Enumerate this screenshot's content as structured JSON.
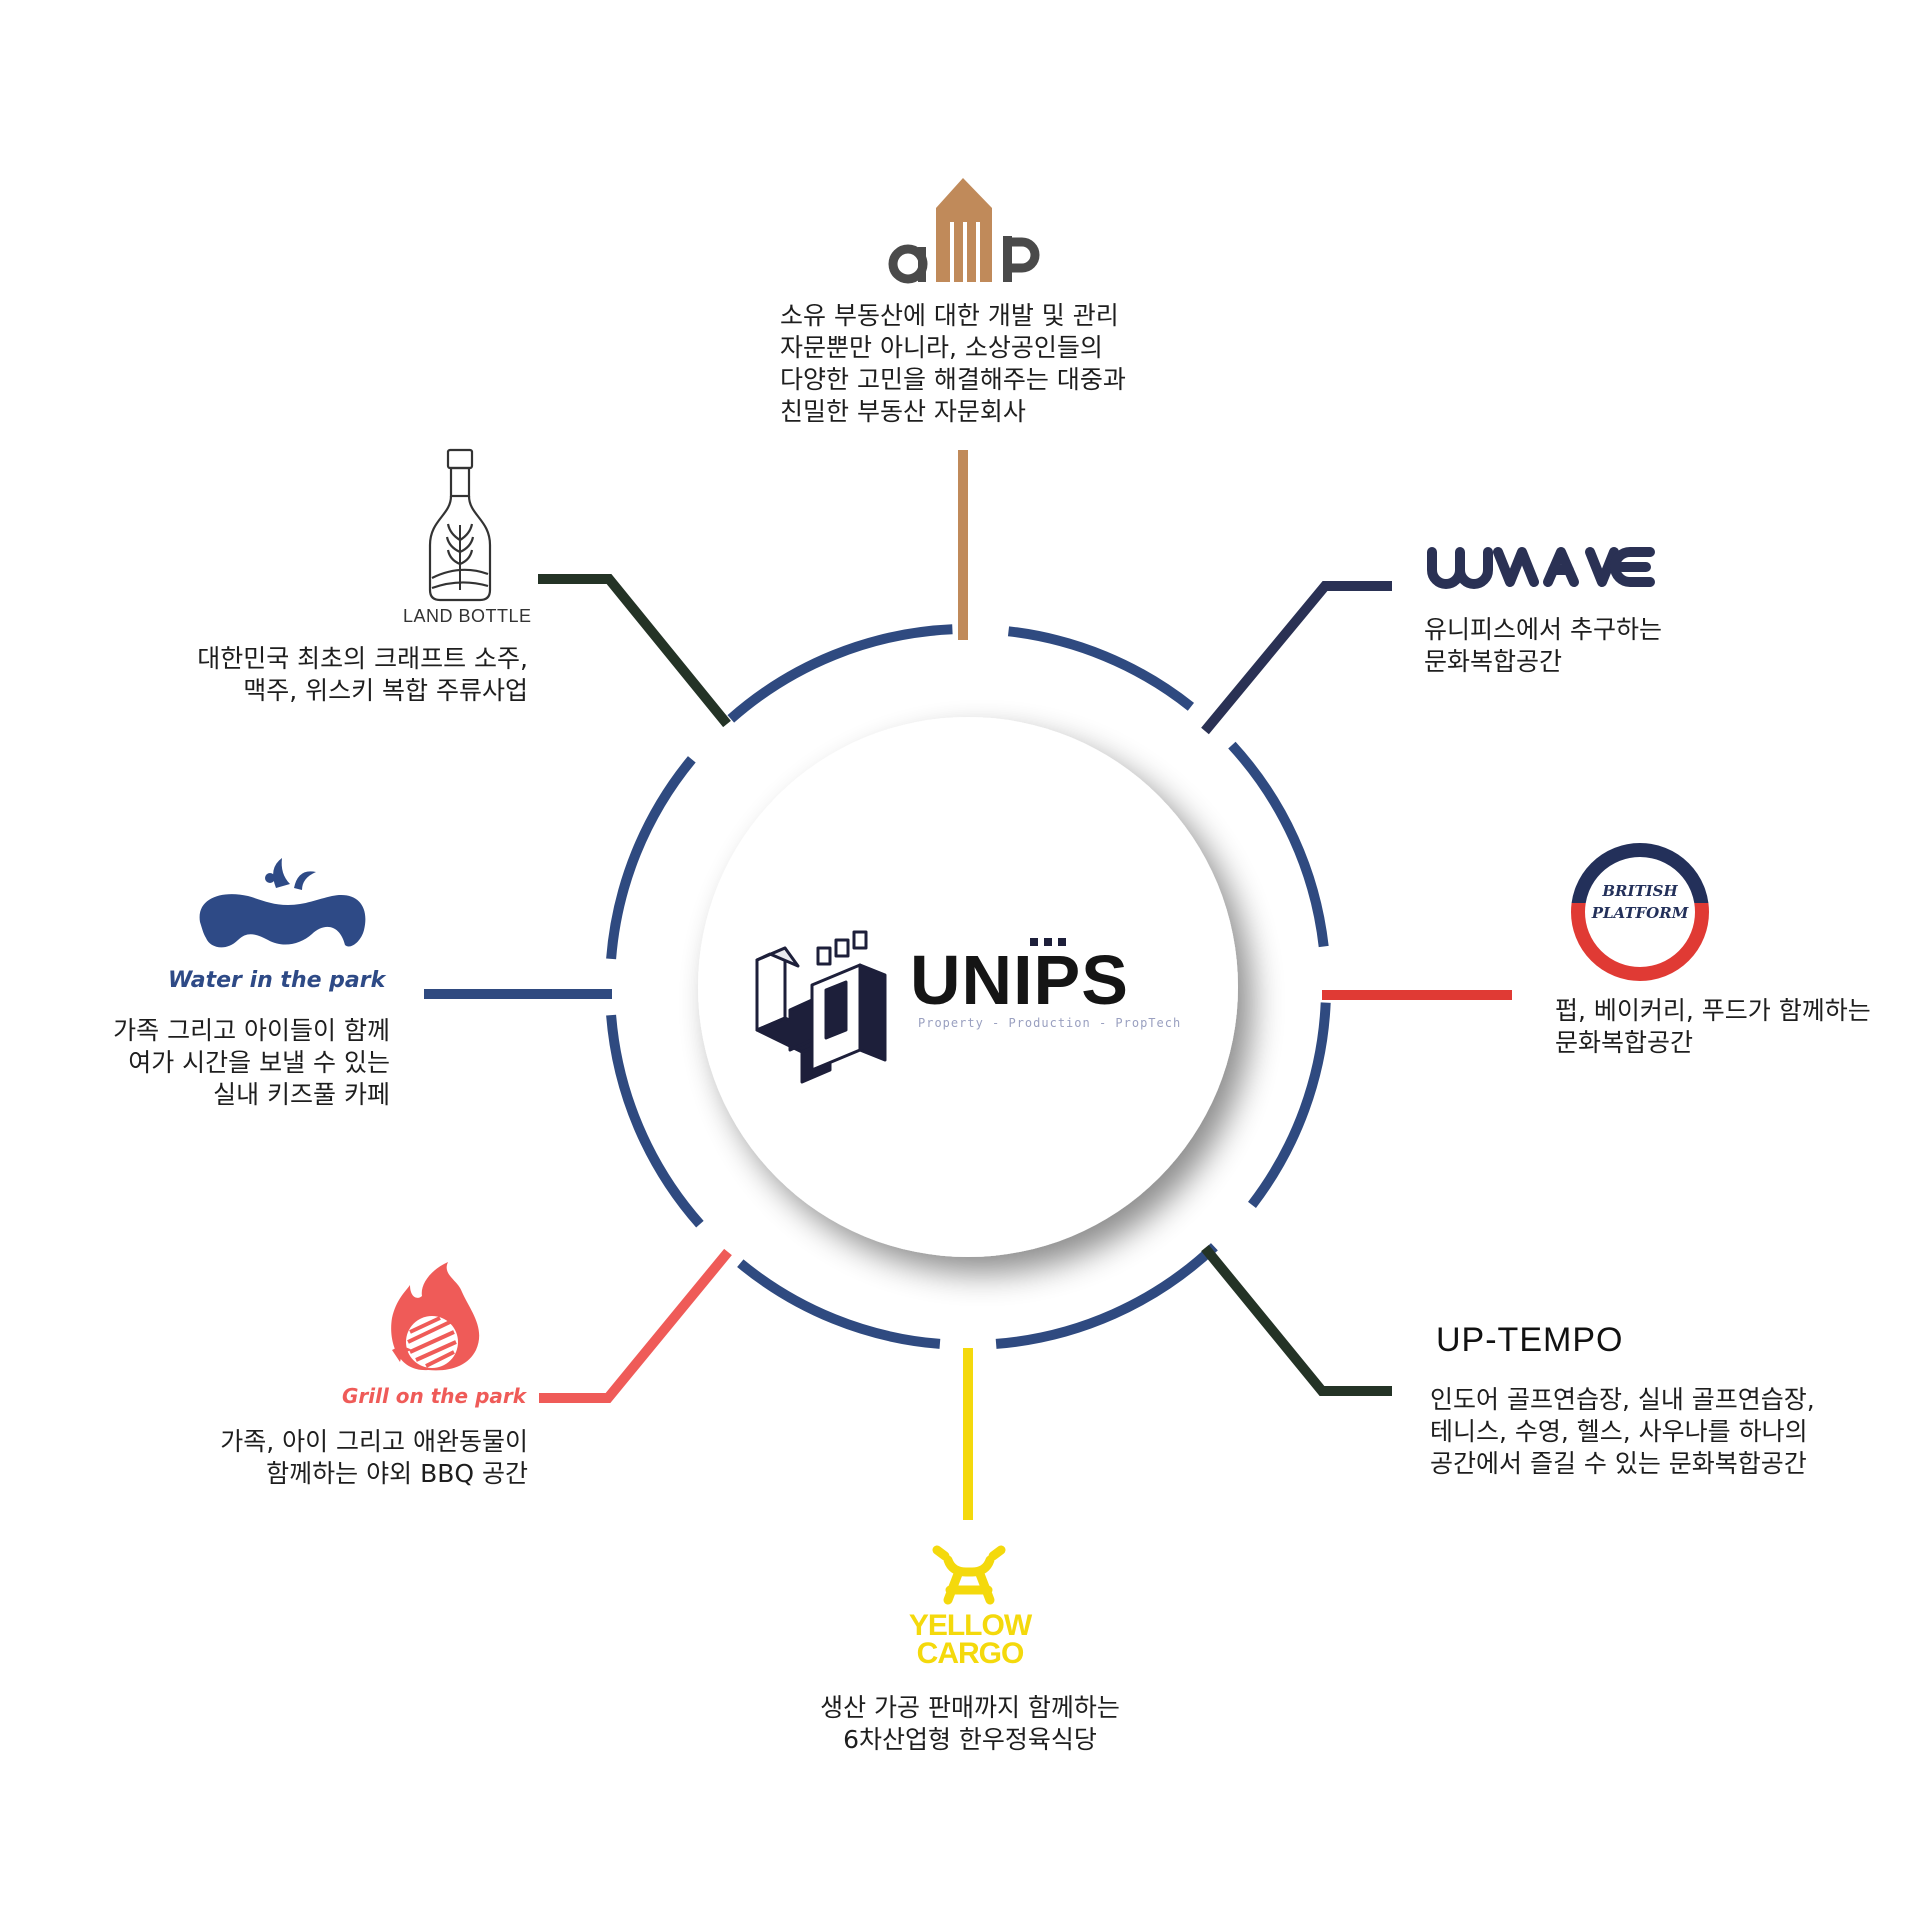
{
  "center": {
    "name": "UNIPS",
    "tagline": "Property - Production - PropTech"
  },
  "branches": {
    "amp": {
      "logo_text": "amp",
      "description": "소유 부동산에 대한 개발 및 관리\n자문뿐만  아니라,  소상공인들의\n다양한 고민을 해결해주는 대중과\n친밀한 부동산 자문회사",
      "color": "#c08a5a"
    },
    "wave": {
      "logo_text": "WAVE",
      "description": "유니피스에서 추구하는\n문화복합공간",
      "color": "#2a3154"
    },
    "british_platform": {
      "logo_line1": "BRITISH",
      "logo_line2": "PLATFORM",
      "description": "펍, 베이커리, 푸드가 함께하는\n문화복합공간",
      "color": "#e03a34"
    },
    "up_tempo": {
      "logo_text": "UP-TEMPO",
      "description": "인도어 골프연습장, 실내 골프연습장,\n테니스, 수영, 헬스, 사우나를 하나의\n공간에서 즐길 수 있는 문화복합공간",
      "color": "#243326"
    },
    "yellow_cargo": {
      "logo_line1": "YELLOW",
      "logo_line2": "CARGO",
      "description": "생산 가공 판매까지 함께하는\n6차산업형 한우정육식당",
      "color": "#f4d90c"
    },
    "grill_on_the_park": {
      "logo_text": "Grill on the park",
      "description": "가족, 아이 그리고 애완동물이\n함께하는 야외 BBQ 공간",
      "color": "#ef5b58"
    },
    "water_in_the_park": {
      "logo_text": "Water in the park",
      "description": "가족 그리고 아이들이 함께\n여가 시간을 보낼 수 있는\n실내 키즈풀 카페",
      "color": "#2e4a86"
    },
    "land_bottle": {
      "logo_text": "LAND BOTTLE",
      "description": "대한민국 최초의 크래프트 소주,\n맥주, 위스키 복합 주류사업",
      "color": "#243326"
    }
  },
  "ring_color": "#2f4a80"
}
